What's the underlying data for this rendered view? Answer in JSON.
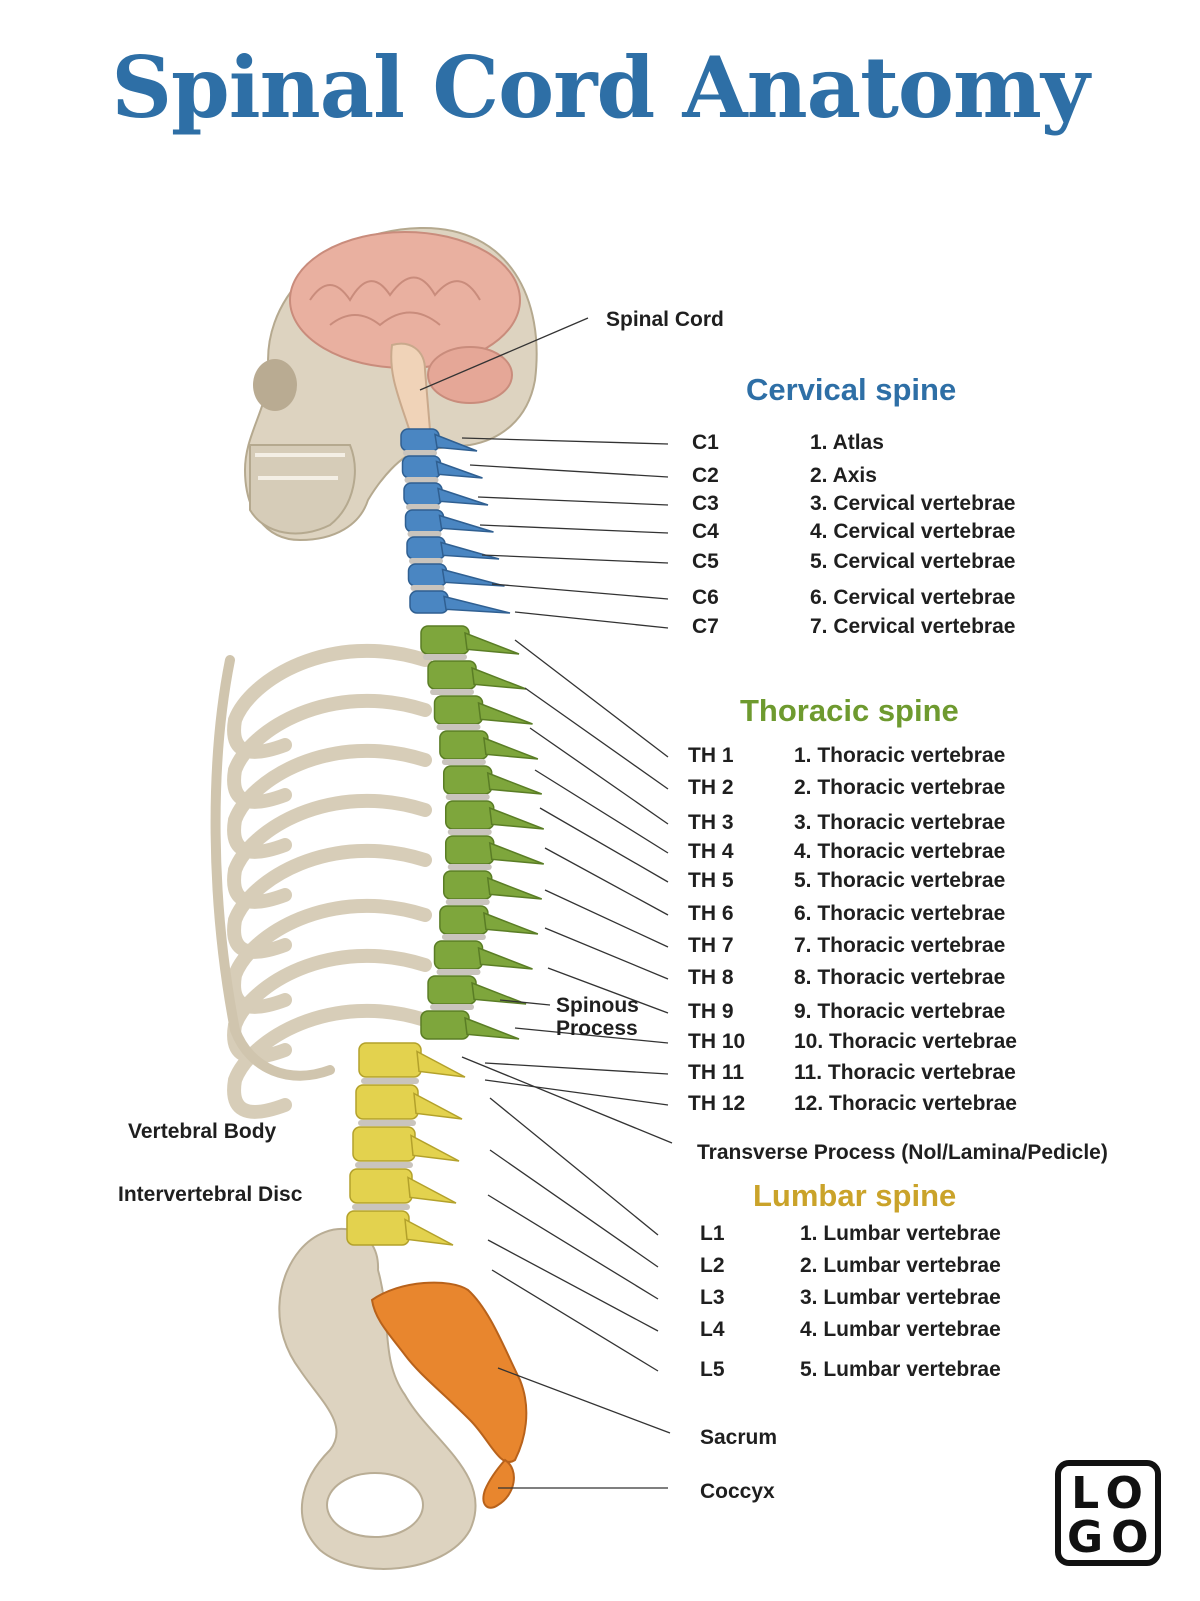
{
  "title": "Spinal Cord Anatomy",
  "colors": {
    "title": "#2e6fa6",
    "cervical": "#4a86c2",
    "thoracic": "#7ea63c",
    "lumbar": "#e3d24e",
    "sacrum": "#e8862e",
    "bone": "#ddd3c0",
    "brain": "#e9b0a0"
  },
  "labels": {
    "spinal_cord": "Spinal Cord",
    "spinous_process": "Spinous\nProcess",
    "vertebral_body": "Vertebral Body",
    "intervertebral_disc": "Intervertebral Disc",
    "transverse_process": "Transverse Process (Nol/Lamina/Pedicle)",
    "sacrum": "Sacrum",
    "coccyx": "Coccyx"
  },
  "cervical": {
    "title": "Cervical spine",
    "items": [
      {
        "code": "C1",
        "name": "1. Atlas"
      },
      {
        "code": "C2",
        "name": "2. Axis"
      },
      {
        "code": "C3",
        "name": "3. Cervical vertebrae"
      },
      {
        "code": "C4",
        "name": "4. Cervical vertebrae"
      },
      {
        "code": "C5",
        "name": "5. Cervical vertebrae"
      },
      {
        "code": "C6",
        "name": "6. Cervical vertebrae"
      },
      {
        "code": "C7",
        "name": "7. Cervical vertebrae"
      }
    ]
  },
  "thoracic": {
    "title": "Thoracic spine",
    "items": [
      {
        "code": "TH 1",
        "name": "1. Thoracic vertebrae"
      },
      {
        "code": "TH 2",
        "name": "2. Thoracic vertebrae"
      },
      {
        "code": "TH 3",
        "name": "3. Thoracic vertebrae"
      },
      {
        "code": "TH 4",
        "name": "4. Thoracic vertebrae"
      },
      {
        "code": "TH 5",
        "name": "5. Thoracic vertebrae"
      },
      {
        "code": "TH 6",
        "name": "6. Thoracic vertebrae"
      },
      {
        "code": "TH 7",
        "name": "7. Thoracic vertebrae"
      },
      {
        "code": "TH 8",
        "name": "8. Thoracic vertebrae"
      },
      {
        "code": "TH 9",
        "name": "9. Thoracic vertebrae"
      },
      {
        "code": "TH 10",
        "name": "10. Thoracic vertebrae"
      },
      {
        "code": "TH 11",
        "name": "11. Thoracic vertebrae"
      },
      {
        "code": "TH 12",
        "name": "12. Thoracic vertebrae"
      }
    ]
  },
  "lumbar": {
    "title": "Lumbar spine",
    "items": [
      {
        "code": "L1",
        "name": "1. Lumbar vertebrae"
      },
      {
        "code": "L2",
        "name": "2. Lumbar vertebrae"
      },
      {
        "code": "L3",
        "name": "3. Lumbar vertebrae"
      },
      {
        "code": "L4",
        "name": "4. Lumbar vertebrae"
      },
      {
        "code": "L5",
        "name": "5. Lumbar vertebrae"
      }
    ]
  },
  "logo": {
    "top": "LO",
    "bottom": "GO"
  }
}
